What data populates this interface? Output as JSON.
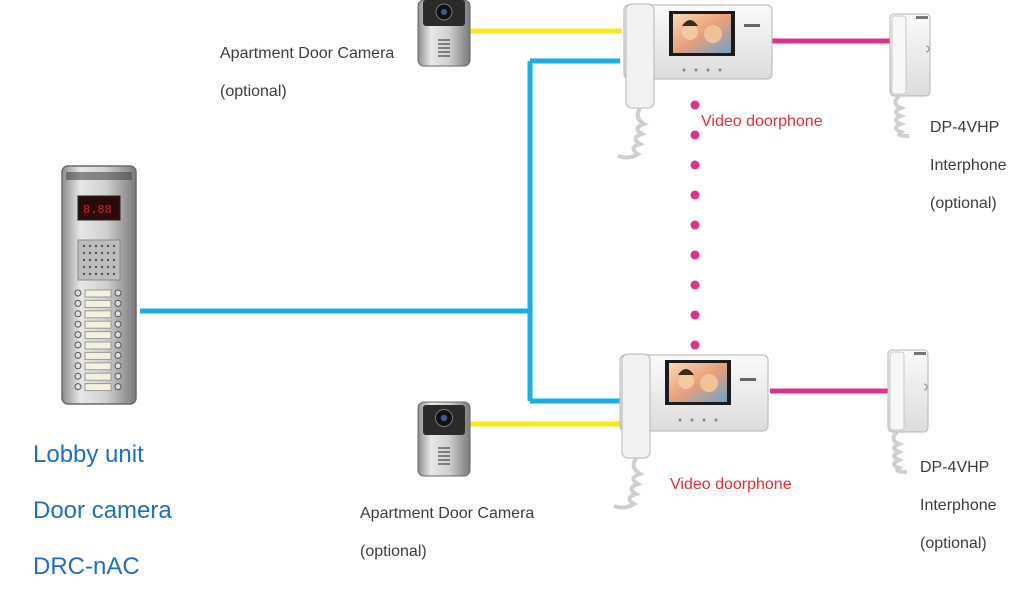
{
  "labels": {
    "apartment_camera_top": [
      "Apartment Door Camera",
      "(optional)"
    ],
    "apartment_camera_bottom": [
      "Apartment Door Camera",
      "(optional)"
    ],
    "video_doorphone_top": "Video doorphone",
    "video_doorphone_bottom": "Video doorphone",
    "interphone_top": [
      "DP-4VHP",
      "Interphone",
      "(optional)"
    ],
    "interphone_bottom": [
      "DP-4VHP",
      "Interphone",
      "(optional)"
    ],
    "lobby_unit": [
      "Lobby unit",
      "Door camera",
      "DRC-nAC"
    ]
  },
  "colors": {
    "bus_wire": "#1aaee6",
    "camera_wire": "#f7ea1a",
    "interphone_wire": "#e0318a",
    "extension_dots": "#e0318a",
    "lobby_text": "#1d6fc2",
    "doorphone_text": "#e03030"
  }
}
